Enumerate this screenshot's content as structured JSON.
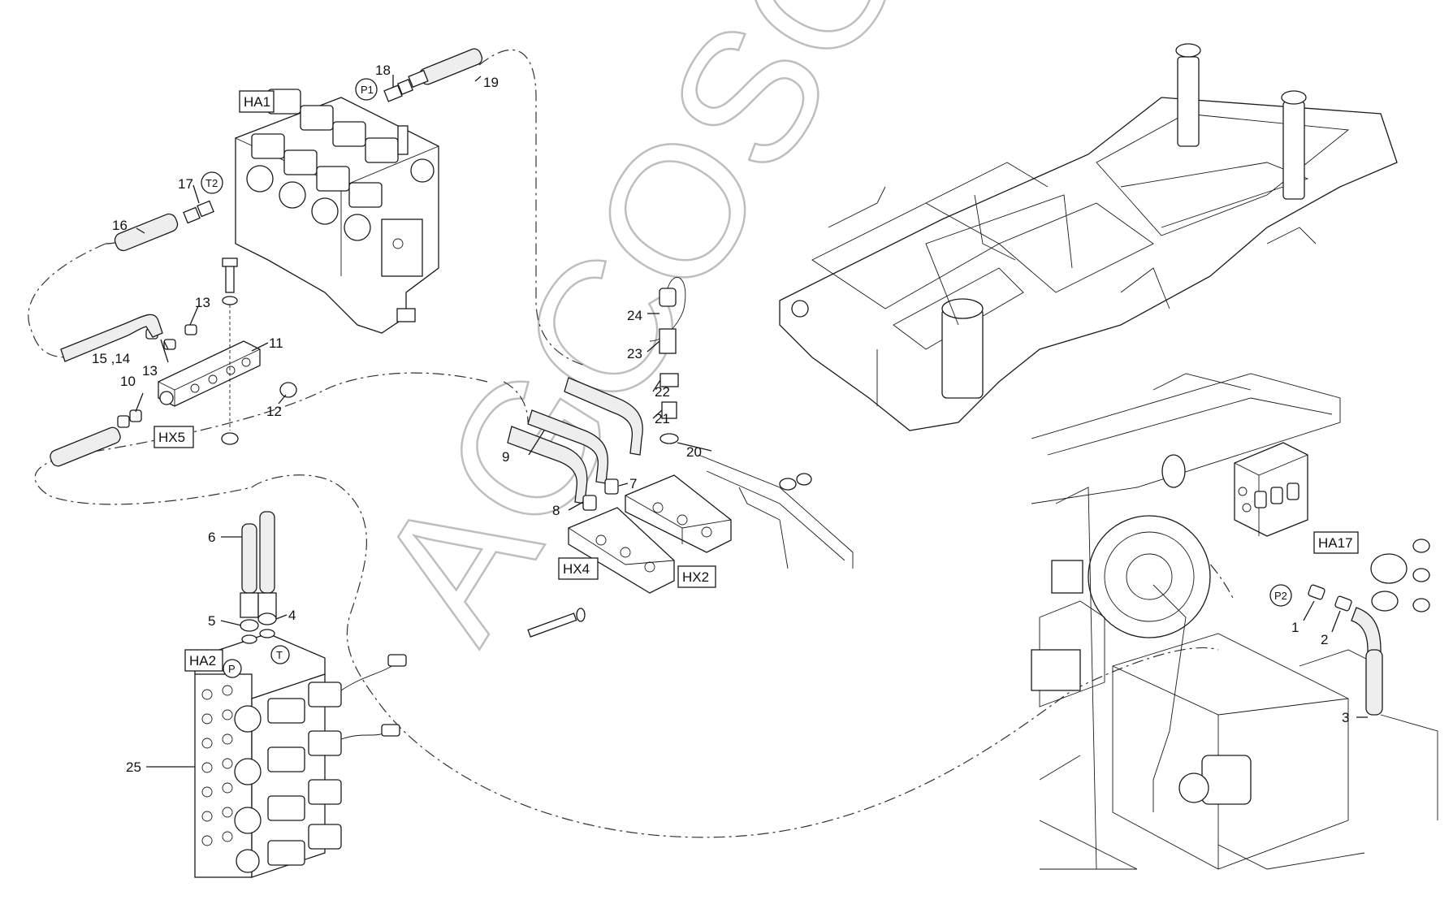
{
  "watermark": "AGCOSO",
  "callouts": {
    "c1": "1",
    "c2": "2",
    "c3": "3",
    "c4": "4",
    "c5": "5",
    "c6": "6",
    "c7": "7",
    "c8": "8",
    "c9": "9",
    "c10": "10",
    "c11": "11",
    "c12": "12",
    "c13a": "13",
    "c13b": "13",
    "c1514": "15 ,14",
    "c16": "16",
    "c17": "17",
    "c18": "18",
    "c19": "19",
    "c20": "20",
    "c21": "21",
    "c22": "22",
    "c23": "23",
    "c24": "24",
    "c25": "25"
  },
  "blocks": {
    "ha1": "HA1",
    "ha2": "HA2",
    "ha17": "HA17",
    "hx2": "HX2",
    "hx4": "HX4",
    "hx5": "HX5"
  },
  "ports": {
    "p1": "P1",
    "p2": "P2",
    "t2": "T2",
    "ha2_p": "P",
    "ha2_t": "T"
  }
}
